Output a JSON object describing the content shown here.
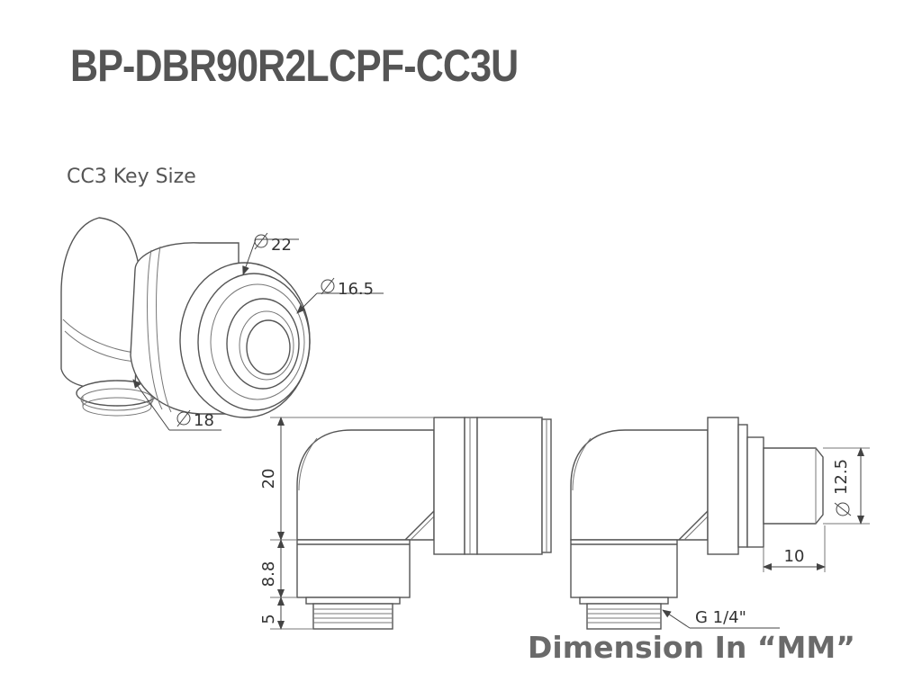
{
  "title": "BP-DBR90R2LCPF-CC3U",
  "subtitle": "CC3 Key Size",
  "footer": "Dimension In “MM”",
  "iso_dims": {
    "d22": "22",
    "d16_5": "16.5",
    "d18": "18"
  },
  "side_dims": {
    "h20": "20",
    "h8_8": "8.8",
    "h5": "5",
    "d12_5": "12.5",
    "l10": "10",
    "thread": "G 1/4\""
  },
  "icons": {
    "diameter": "diameter-symbol-icon",
    "arrow": "arrowhead-icon"
  }
}
